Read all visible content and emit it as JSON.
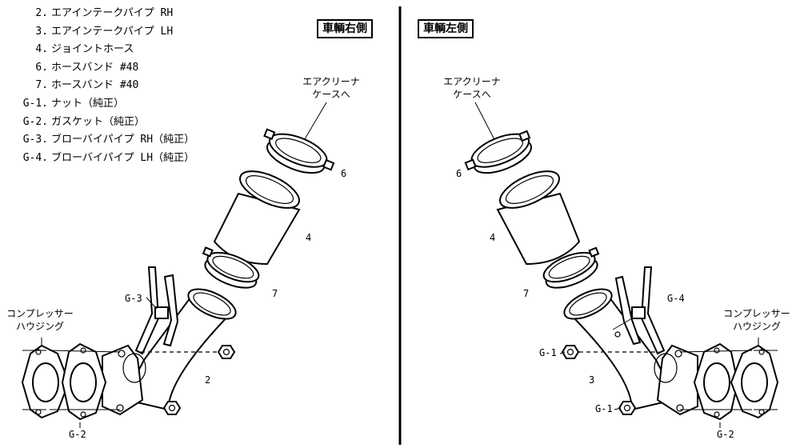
{
  "parts_list": [
    {
      "no": "2.",
      "name": "エアインテークパイプ RH"
    },
    {
      "no": "3.",
      "name": "エアインテークパイプ LH"
    },
    {
      "no": "4.",
      "name": "ジョイントホース"
    },
    {
      "no": "6.",
      "name": "ホースバンド #48"
    },
    {
      "no": "7.",
      "name": "ホースバンド #40"
    },
    {
      "no": "G-1.",
      "name": "ナット（純正）"
    },
    {
      "no": "G-2.",
      "name": "ガスケット（純正）"
    },
    {
      "no": "G-3.",
      "name": "ブローバイパイプ RH（純正）"
    },
    {
      "no": "G-4.",
      "name": "ブローバイパイプ LH（純正）"
    }
  ],
  "right_panel": {
    "side_label": "車輌右側",
    "air_cleaner_line1": "エアクリーナ",
    "air_cleaner_line2": "ケースへ",
    "compressor_line1": "コンプレッサー",
    "compressor_line2": "ハウジング",
    "num_6": "6",
    "num_4": "4",
    "num_7": "7",
    "num_2": "2",
    "num_g3": "G-3",
    "num_g2": "G-2"
  },
  "left_panel": {
    "side_label": "車輌左側",
    "air_cleaner_line1": "エアクリーナ",
    "air_cleaner_line2": "ケースへ",
    "compressor_line1": "コンプレッサー",
    "compressor_line2": "ハウジング",
    "num_6": "6",
    "num_4": "4",
    "num_7": "7",
    "num_3": "3",
    "num_g4": "G-4",
    "num_g1_top": "G-1",
    "num_g1_bottom": "G-1",
    "num_g2": "G-2"
  }
}
